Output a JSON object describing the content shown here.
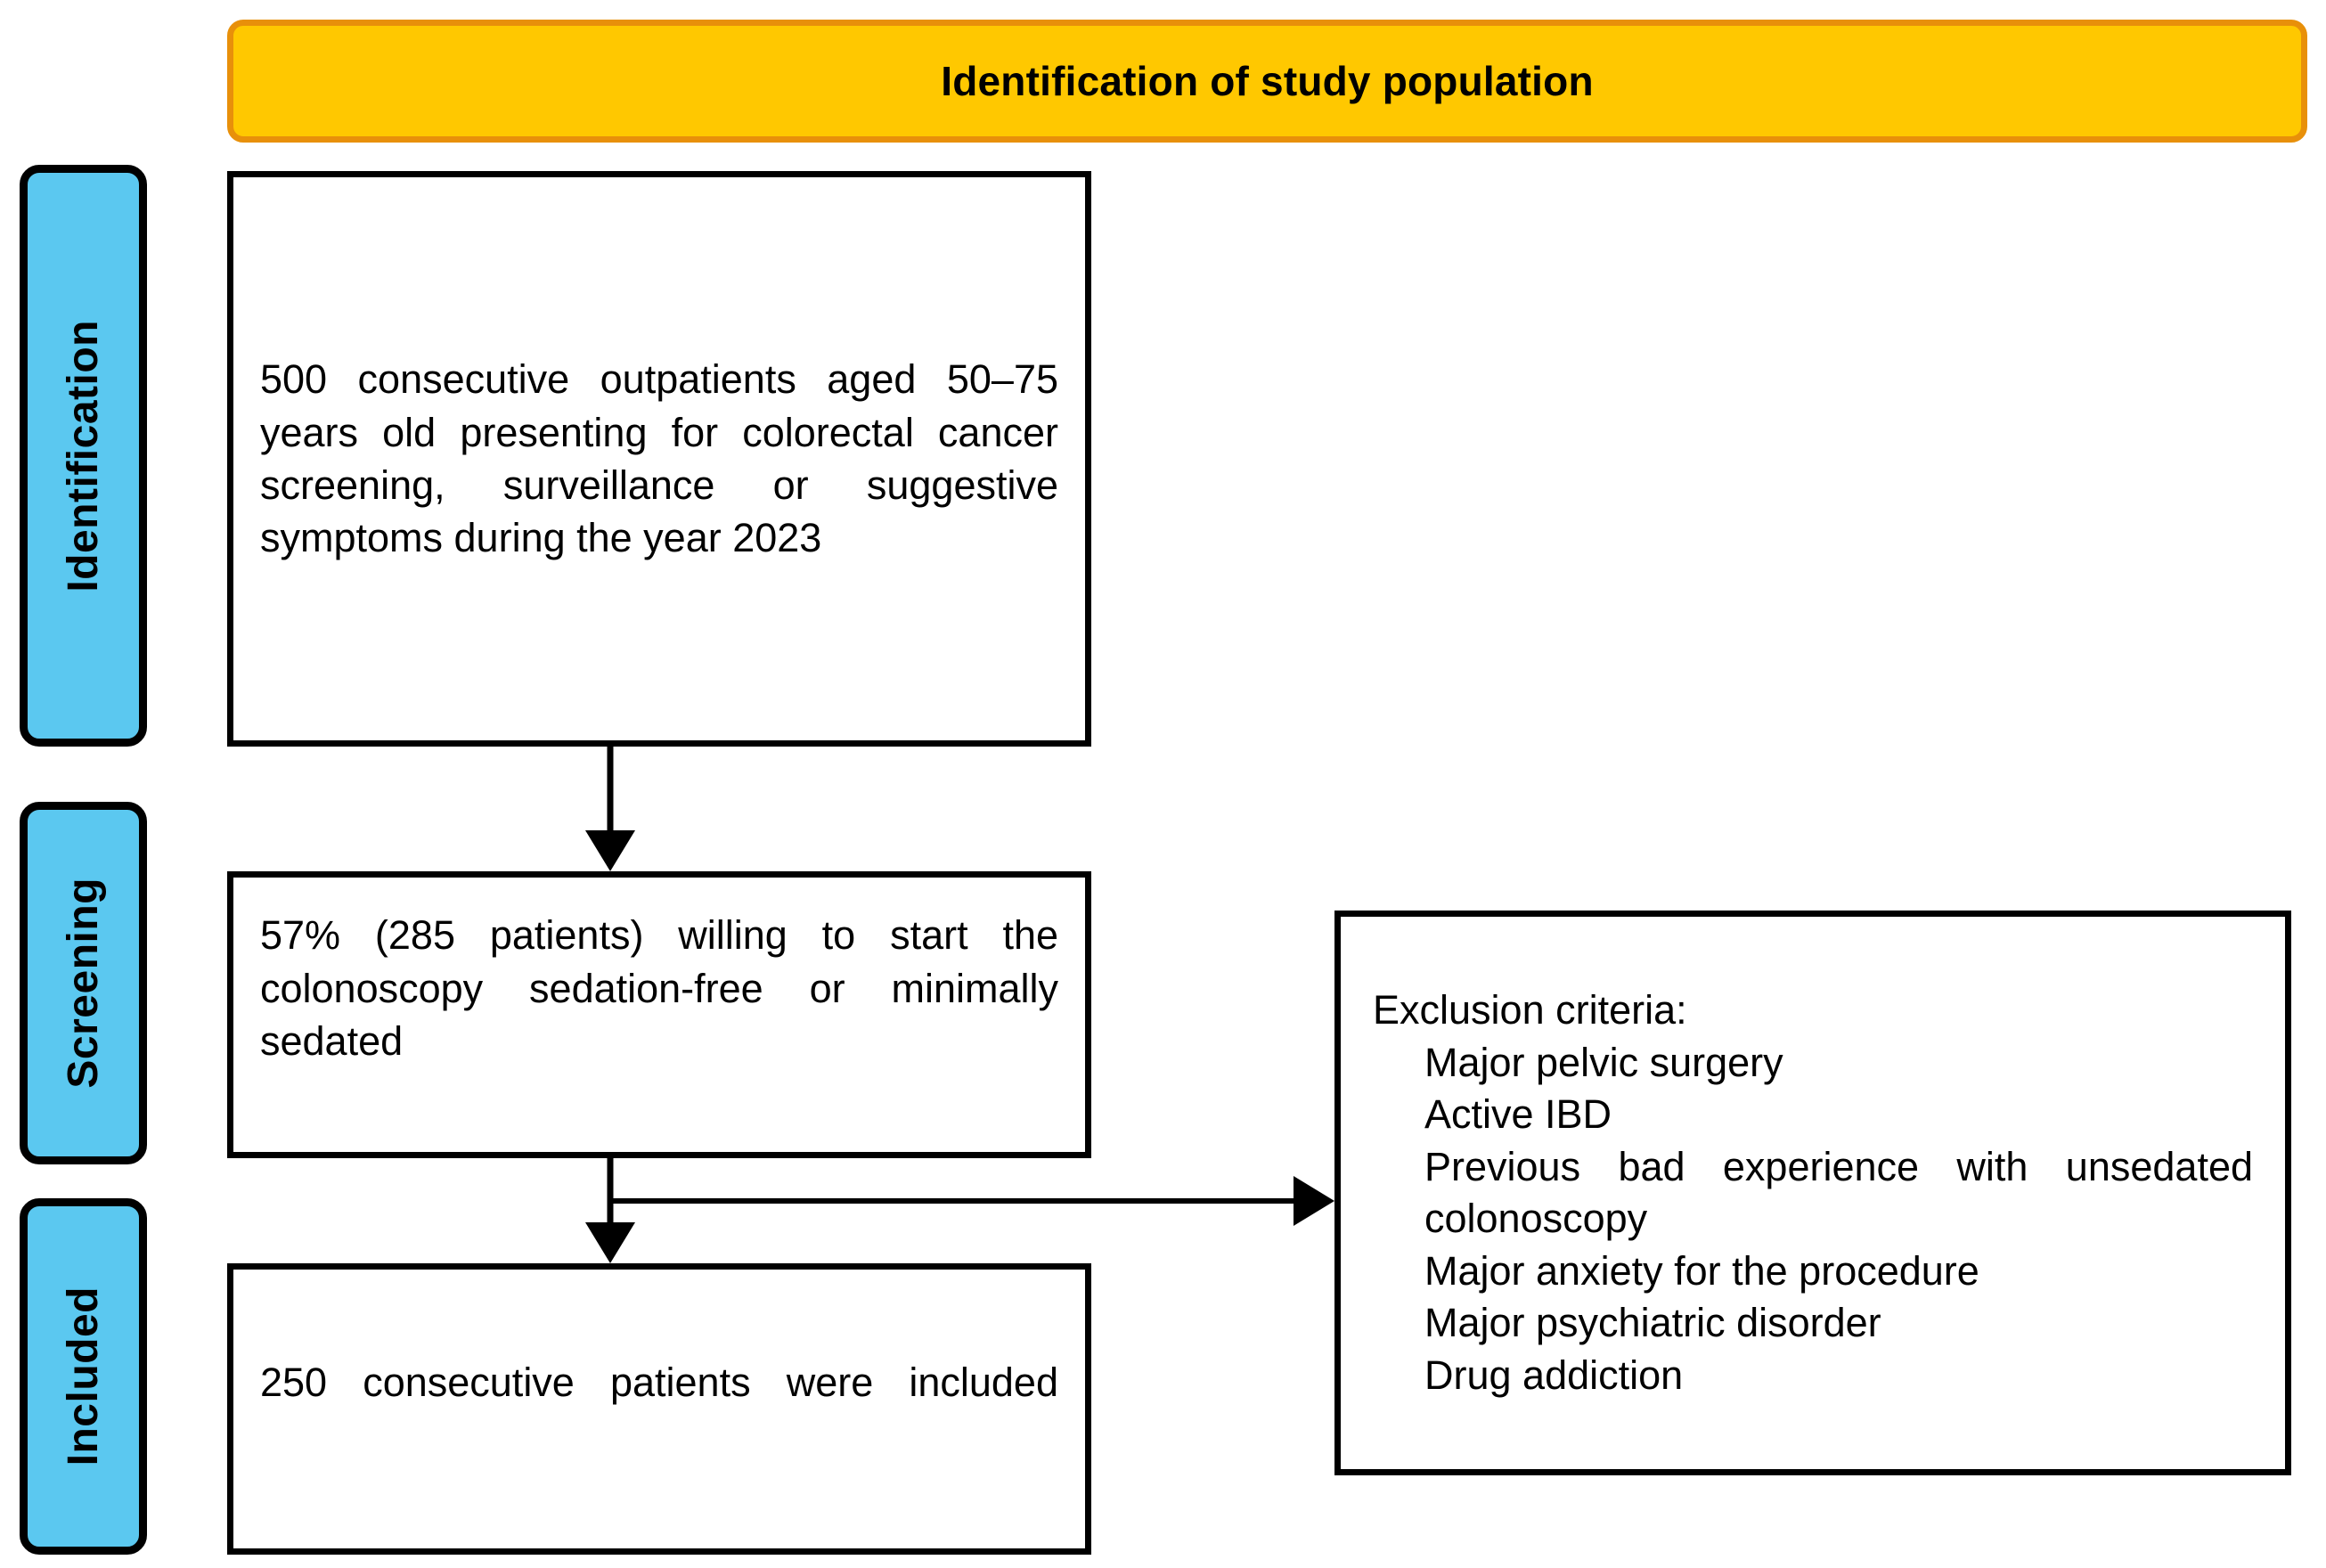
{
  "header": {
    "title": "Identification of study population",
    "fill_color": "#FFC800",
    "border_color": "#E8900A"
  },
  "stages": [
    {
      "id": "identification",
      "label": "Identification",
      "fill_color": "#5BC8F0"
    },
    {
      "id": "screening",
      "label": "Screening",
      "fill_color": "#5BC8F0"
    },
    {
      "id": "included",
      "label": "Included",
      "fill_color": "#5BC8F0"
    }
  ],
  "boxes": {
    "population": {
      "text": "500 consecutive outpatients aged 50–75 years old presenting for colorectal cancer screening, surveillance or suggestive symptoms during the year 2023"
    },
    "willing": {
      "text": "57% (285 patients) willing to start the colonoscopy sedation-free or minimally sedated"
    },
    "included": {
      "text": "250 consecutive patients were included"
    },
    "exclusion": {
      "title": "Exclusion criteria:",
      "items": [
        "Major pelvic surgery",
        "Active IBD",
        "Previous bad experience with unsedated colonoscopy",
        "Major anxiety for the procedure",
        "Major psychiatric disorder",
        "Drug addiction"
      ]
    }
  },
  "chart_data": {
    "type": "flowchart",
    "title": "Identification of study population",
    "nodes": [
      {
        "id": "population",
        "stage": "Identification",
        "label": "500 consecutive outpatients aged 50–75 years old presenting for colorectal cancer screening, surveillance or suggestive symptoms during the year 2023",
        "value": 500
      },
      {
        "id": "willing",
        "stage": "Screening",
        "label": "57% (285 patients) willing to start the colonoscopy sedation-free or minimally sedated",
        "value": 285,
        "percent": 57
      },
      {
        "id": "included",
        "stage": "Included",
        "label": "250 consecutive patients were included",
        "value": 250
      },
      {
        "id": "exclusion",
        "stage": "Screening",
        "label": "Exclusion criteria"
      }
    ],
    "edges": [
      {
        "from": "population",
        "to": "willing",
        "type": "arrow-down"
      },
      {
        "from": "willing",
        "to": "included",
        "type": "arrow-down"
      },
      {
        "from": "willing",
        "to": "exclusion",
        "type": "arrow-right"
      }
    ]
  }
}
